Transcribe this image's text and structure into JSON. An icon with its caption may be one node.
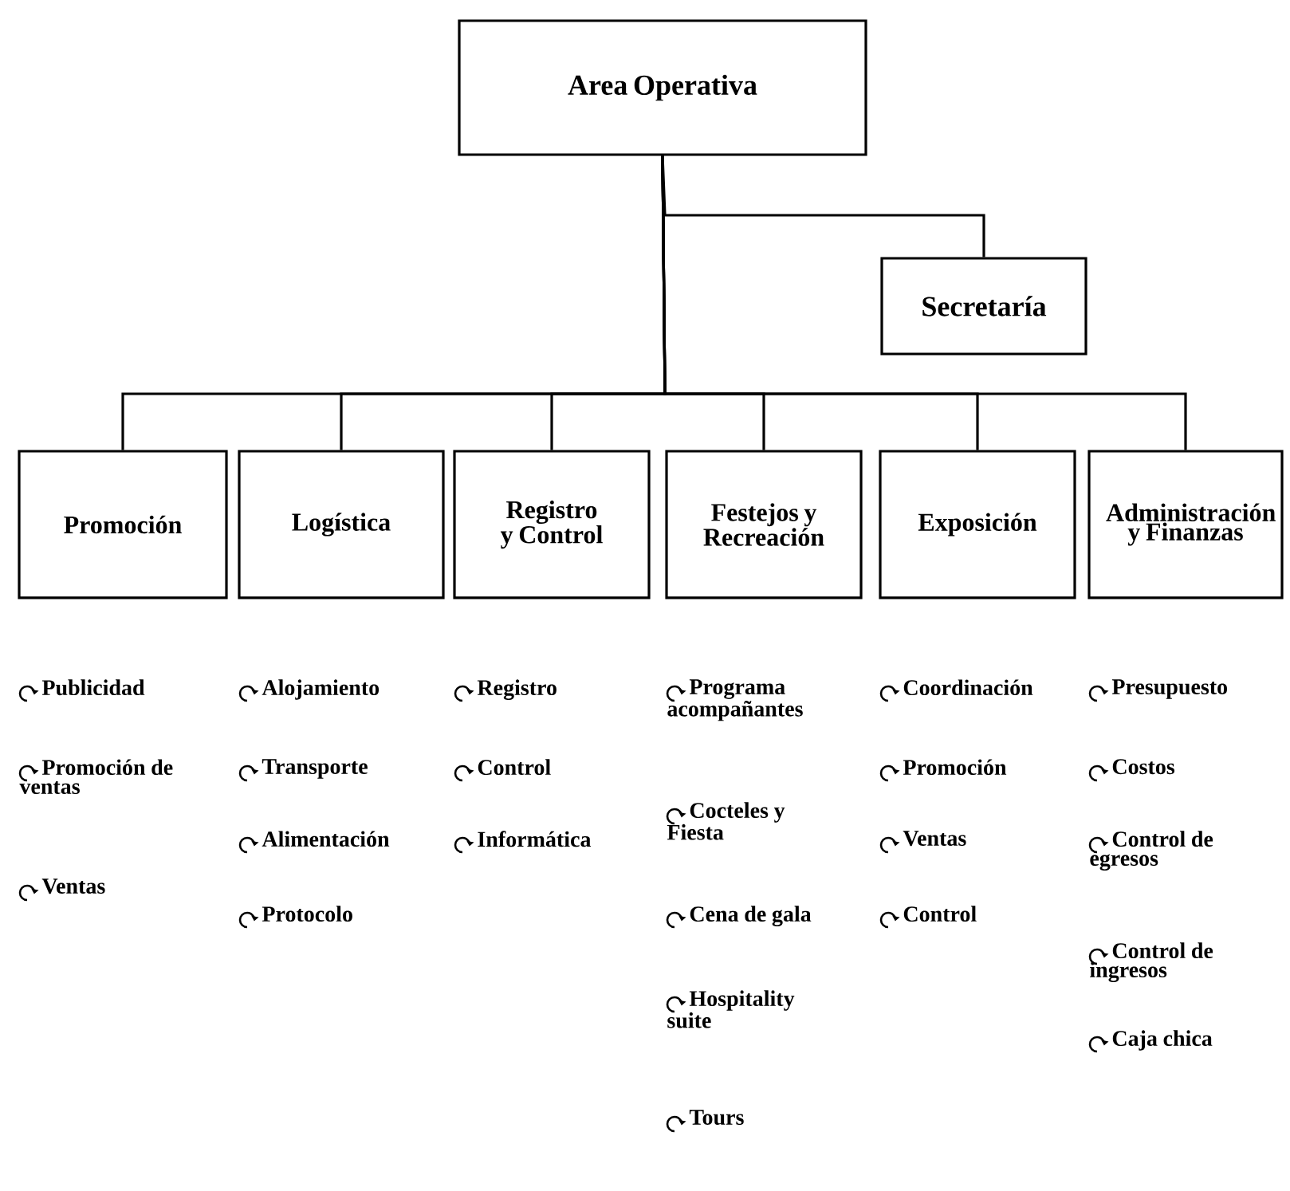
{
  "diagram": {
    "nodes": [
      {
        "text": [
          "Area Operativa"
        ]
      },
      {
        "text": [
          "Secretaría"
        ]
      },
      {
        "text": [
          "Promoción"
        ]
      },
      {
        "text": [
          "Logística"
        ]
      },
      {
        "text": [
          "Registro y Control"
        ]
      },
      {
        "text": [
          "Festejos y Recreación"
        ]
      },
      {
        "text": [
          "Exposición"
        ]
      },
      {
        "text": [
          "Administración y Finanzas"
        ]
      }
    ],
    "edges": [
      {
        "from": 0,
        "to": 1,
        "arrow": "none"
      },
      {
        "from": 0,
        "to": 2,
        "arrow": "none"
      },
      {
        "from": 0,
        "to": 3,
        "arrow": "none"
      },
      {
        "from": 0,
        "to": 4,
        "arrow": "none"
      },
      {
        "from": 0,
        "to": 5,
        "arrow": "none"
      },
      {
        "from": 0,
        "to": 6,
        "arrow": "none"
      },
      {
        "from": 0,
        "to": 7,
        "arrow": "none"
      }
    ],
    "labels": [
      "Publicidad",
      "Promoción de ventas",
      "Ventas",
      "Alojamiento",
      "Transporte",
      "Alimentación",
      "Protocolo",
      "Registro",
      "Control",
      "Informática",
      "Programa acompañantes",
      "Cocteles y Fiesta",
      "Cena de gala",
      "Hospitality suite",
      "Tours",
      "Coordinación",
      "Promoción",
      "Ventas",
      "Control",
      "Presupuesto",
      "Costos",
      "Control de egresos",
      "Control de ingresos",
      "Caja chica"
    ]
  }
}
